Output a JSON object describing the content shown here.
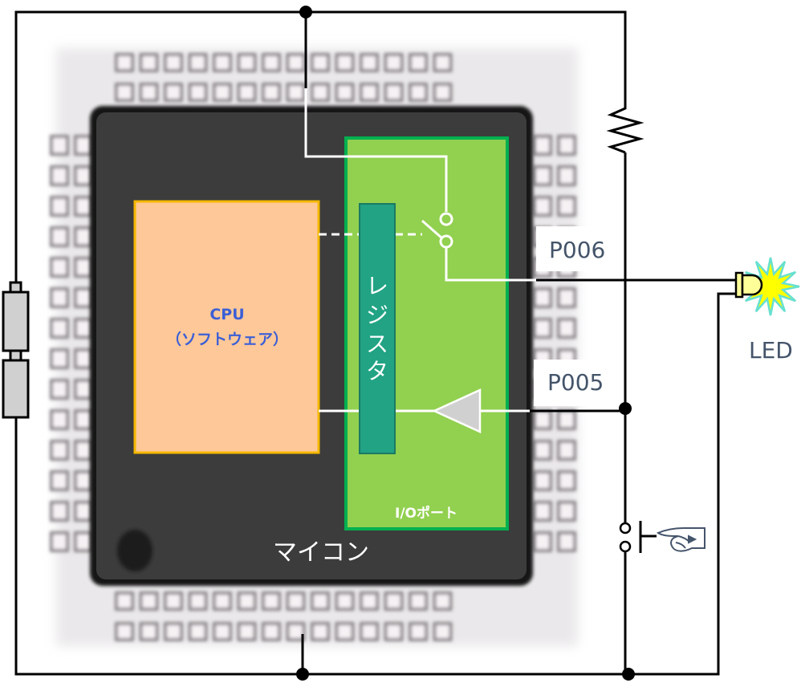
{
  "diagram": {
    "type": "circuit",
    "chip": {
      "label": "マイコン",
      "body_color": "#3a3a3a",
      "pin_count_per_side": 14
    },
    "cpu": {
      "title": "CPU",
      "subtitle": "（ソフトウェア）",
      "fill_color": "#ffc898",
      "border_color": "#f5b800",
      "text_color": "#3b5fd6"
    },
    "io_port": {
      "label": "I/Oポート",
      "fill_color": "#92d050",
      "border_color": "#00b050"
    },
    "register": {
      "label": "レジスタ",
      "chars": [
        "レ",
        "ジ",
        "ス",
        "タ"
      ],
      "fill_color": "#21a384",
      "border_color": "#1a7a63"
    },
    "pins": [
      {
        "name": "P006",
        "role": "output",
        "connects_to": "LED"
      },
      {
        "name": "P005",
        "role": "input",
        "connects_to": "push-switch"
      }
    ],
    "components": [
      {
        "type": "battery",
        "label": ""
      },
      {
        "type": "pull-up-resistor",
        "label": ""
      },
      {
        "type": "output-switch",
        "label": ""
      },
      {
        "type": "input-buffer",
        "label": ""
      },
      {
        "type": "push-button-switch",
        "label": ""
      },
      {
        "type": "led",
        "label": "LED",
        "lit": true
      }
    ],
    "labels": {
      "p006": "P006",
      "p005": "P005",
      "led": "LED",
      "chip": "マイコン",
      "cpu_title": "CPU",
      "cpu_subtitle": "（ソフトウェア）",
      "io_port": "I/Oポート"
    },
    "colors": {
      "wire": "#000000",
      "internal_wire": "#ffffff",
      "label_text": "#44546a",
      "led_body": "#ffff99",
      "led_flash": "#ffff00",
      "led_flash_outline": "#66e0d0",
      "buffer_fill": "#d0d0d0",
      "hand_outline": "#44546a"
    }
  }
}
